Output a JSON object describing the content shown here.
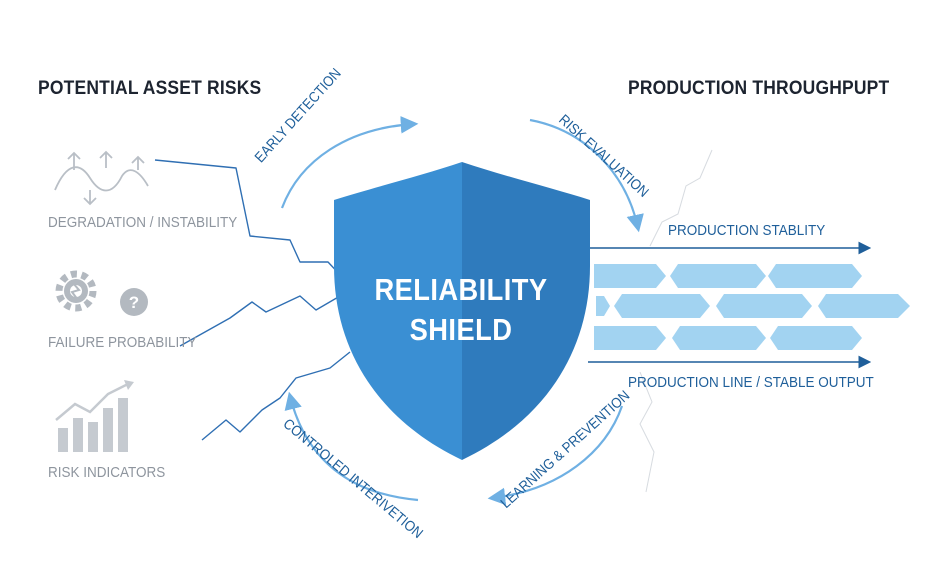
{
  "headings": {
    "left": "POTENTIAL ASSET RISKS",
    "right": "PRODUCTION THROUGHPUPT"
  },
  "risks": [
    {
      "label": "DEGRADATION / INSTABILITY",
      "icon": "wave-arrows-icon"
    },
    {
      "label": "FAILURE PROBABILITY",
      "icon": "gear-question-icon"
    },
    {
      "label": "RISK INDICATORS",
      "icon": "rising-bars-icon"
    }
  ],
  "shield": {
    "line1": "RELIABILITY",
    "line2": "SHIELD"
  },
  "cycle": {
    "early_detection": "EARLY DETECTION",
    "risk_evaluation": "RISK EVALUATION",
    "learning_prevention": "LEARNING & PREVENTION",
    "controlled_intervention": "CONTROLED INTERIVETION"
  },
  "production": {
    "stability": "PRODUCTION STABLITY",
    "line": "PRODUCTION LINE / STABLE OUTPUT"
  },
  "colors": {
    "shield_light": "#3a8fd3",
    "shield_dark": "#2f7bbd",
    "flow_blue": "#1f5f9a",
    "arrow_blue": "#6fb0e3",
    "hexagon": "#8ec9ee",
    "risk_gray": "#8e959e",
    "lightning_blue": "#2f6fb3"
  }
}
